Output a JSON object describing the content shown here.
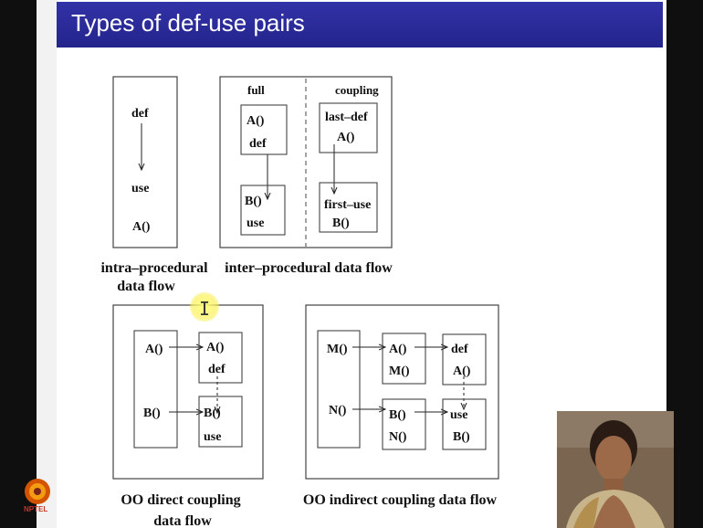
{
  "slide": {
    "title": "Types of def-use pairs"
  },
  "intra": {
    "def": "def",
    "use": "use",
    "call": "A()",
    "caption_line1": "intra–procedural",
    "caption_line2": "data flow"
  },
  "inter": {
    "full_label": "full",
    "coupling_label": "coupling",
    "full_top_line1": "A()",
    "full_top_line2": "def",
    "full_bottom_line1": "B()",
    "full_bottom_line2": "use",
    "coupling_top_line1": "last–def",
    "coupling_top_line2": "A()",
    "coupling_bottom_line1": "first–use",
    "coupling_bottom_line2": "B()",
    "caption": "inter–procedural data flow"
  },
  "oo_direct": {
    "caller_a": "A()",
    "caller_b": "B()",
    "callee_a_line1": "A()",
    "callee_a_line2": "def",
    "callee_b_line1": "B()",
    "callee_b_line2": "use",
    "caption_line1": "OO direct coupling",
    "caption_line2": "data flow"
  },
  "oo_indirect": {
    "caller_m": "M()",
    "caller_n": "N()",
    "mid_top_line1": "A()",
    "mid_top_line2": "M()",
    "mid_bottom_line1": "B()",
    "mid_bottom_line2": "N()",
    "right_top_line1": "def",
    "right_top_line2": "A()",
    "right_bottom_line1": "use",
    "right_bottom_line2": "B()",
    "caption": "OO indirect coupling data flow"
  },
  "logo": {
    "text": "NPTEL"
  }
}
